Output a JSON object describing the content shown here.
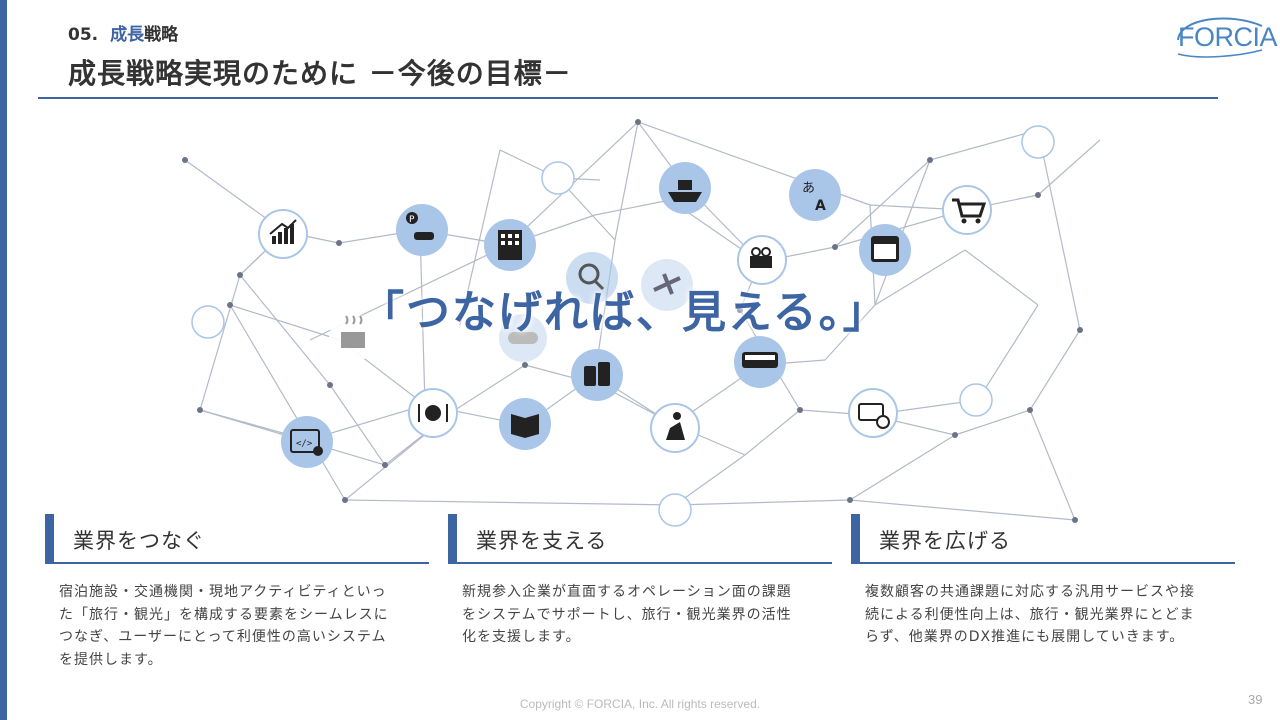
{
  "header": {
    "section_number": "05.",
    "section_accent": "成長",
    "section_rest": "戦略",
    "title": "成長戦略実現のために －今後の目標－",
    "logo": "FORCIA"
  },
  "main": {
    "tagline": "「つなげれば、見える。」",
    "icons": [
      "chart-icon",
      "parking-icon",
      "building-icon",
      "search-icon",
      "airplane-icon",
      "ship-icon",
      "translate-icon",
      "cassette-icon",
      "calendar-icon",
      "cart-icon",
      "hot-spring-icon",
      "train-icon",
      "luggage-icon",
      "bus-icon",
      "dining-icon",
      "book-icon",
      "hiker-icon",
      "coupon-icon",
      "web-settings-icon"
    ]
  },
  "columns": [
    {
      "heading": "業界をつなぐ",
      "body_lines": [
        "宿泊施設・交通機関・現地アクティビティといっ",
        "た「旅行・観光」を構成する要素をシームレスに",
        "つなぎ、ユーザーにとって利便性の高いシステム",
        "を提供します。"
      ]
    },
    {
      "heading": "業界を支える",
      "body_lines": [
        "新規参入企業が直面するオペレーション面の課題",
        "をシステムでサポートし、旅行・観光業界の活性",
        "化を支援します。"
      ]
    },
    {
      "heading": "業界を広げる",
      "body_lines": [
        "複数顧客の共通課題に対応する汎用サービスや接",
        "続による利便性向上は、旅行・観光業界にとどま",
        "らず、他業界のDX推進にも展開していきます。"
      ]
    }
  ],
  "footer": {
    "copyright": "Copyright © FORCIA, Inc. All rights reserved.",
    "page_number": "39"
  },
  "colors": {
    "accent": "#3d64a3",
    "icon_fill": "#a9c6e8",
    "logo": "#4a86c6"
  }
}
